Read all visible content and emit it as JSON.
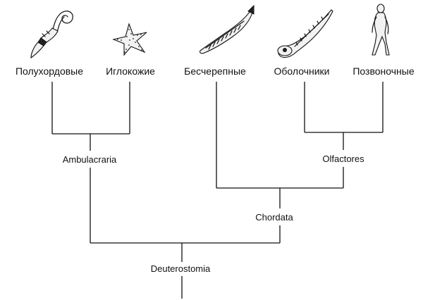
{
  "taxa": [
    {
      "label": "Полухордовые",
      "icon": "acorn-worm-icon"
    },
    {
      "label": "Иглокожие",
      "icon": "starfish-icon"
    },
    {
      "label": "Бесчерепные",
      "icon": "lancelet-icon"
    },
    {
      "label": "Оболочники",
      "icon": "tunicate-larva-icon"
    },
    {
      "label": "Позвоночные",
      "icon": "human-icon"
    }
  ],
  "clades": [
    {
      "label": "Ambulacraria"
    },
    {
      "label": "Olfactores"
    },
    {
      "label": "Chordata"
    },
    {
      "label": "Deuterostomia"
    }
  ]
}
